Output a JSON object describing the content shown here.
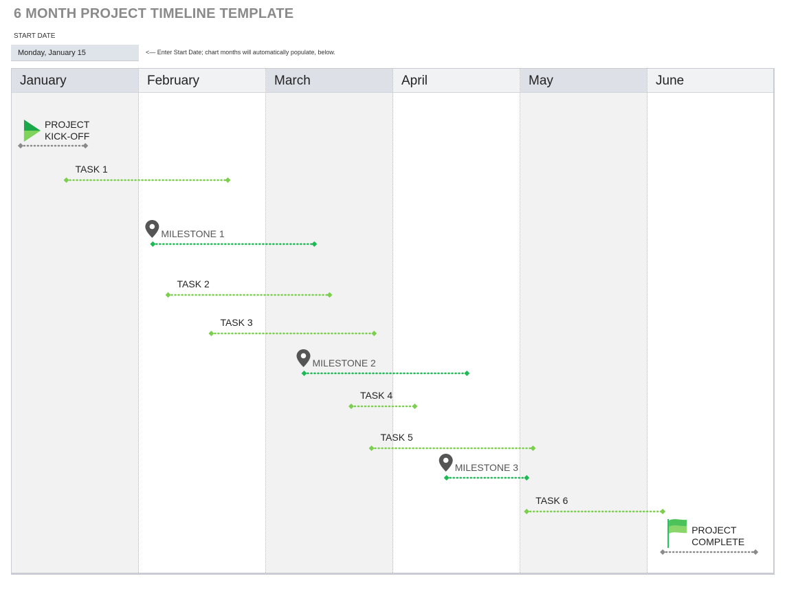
{
  "page": {
    "title": "6 MONTH PROJECT TIMELINE TEMPLATE",
    "start_date_label": "START DATE",
    "start_date_value": "Monday, January 15",
    "start_date_hint": "<— Enter Start Date; chart months will automatically populate, below."
  },
  "colors": {
    "task_line": "#7ccf4e",
    "milestone_line": "#1db954",
    "endpoint_line": "#8a8a8a",
    "pin_icon": "#555555",
    "header_shaded": "#dde1e7",
    "column_shaded": "#f2f2f2"
  },
  "chart_data": {
    "type": "timeline",
    "months": [
      "January",
      "February",
      "March",
      "April",
      "May",
      "June"
    ],
    "items": [
      {
        "label_lines": [
          "PROJECT",
          "KICK-OFF"
        ],
        "kind": "kickoff",
        "icon": "play-flag-icon",
        "start": 0.07,
        "end": 0.58
      },
      {
        "label_lines": [
          "TASK 1"
        ],
        "kind": "task",
        "start": 0.43,
        "end": 1.7
      },
      {
        "label_lines": [
          "MILESTONE 1"
        ],
        "kind": "milestone",
        "icon": "map-pin-icon",
        "start": 1.11,
        "end": 2.38
      },
      {
        "label_lines": [
          "TASK 2"
        ],
        "kind": "task",
        "start": 1.23,
        "end": 2.5
      },
      {
        "label_lines": [
          "TASK 3"
        ],
        "kind": "task",
        "start": 1.57,
        "end": 2.85
      },
      {
        "label_lines": [
          "MILESTONE 2"
        ],
        "kind": "milestone",
        "icon": "map-pin-icon",
        "start": 2.3,
        "end": 3.58
      },
      {
        "label_lines": [
          "TASK 4"
        ],
        "kind": "task",
        "start": 2.67,
        "end": 3.17
      },
      {
        "label_lines": [
          "TASK 5"
        ],
        "kind": "task",
        "start": 2.83,
        "end": 4.1
      },
      {
        "label_lines": [
          "MILESTONE 3"
        ],
        "kind": "milestone",
        "icon": "map-pin-icon",
        "start": 3.42,
        "end": 4.05
      },
      {
        "label_lines": [
          "TASK 6"
        ],
        "kind": "task",
        "start": 4.05,
        "end": 5.12
      },
      {
        "label_lines": [
          "PROJECT",
          "COMPLETE"
        ],
        "kind": "complete",
        "icon": "finish-flag-icon",
        "start": 5.12,
        "end": 5.85
      }
    ]
  }
}
